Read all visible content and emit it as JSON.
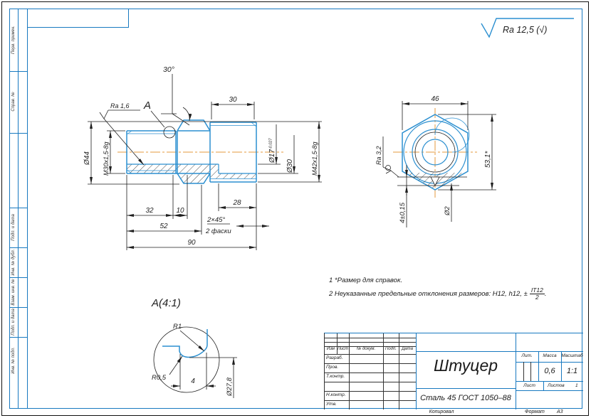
{
  "sheet": {
    "roughness_general": "Ra 12,5 (√)",
    "corner_labels": {
      "perv": "Перв. примен.",
      "sprav": "Справ. №",
      "podp1": "Подп. и дата",
      "inv_dubl": "Инв. № дубл.",
      "vzam": "Взам. инв. №",
      "podp2": "Подп. и дата",
      "inv_podl": "Инв. № подл."
    },
    "footer": {
      "copied": "Копировал",
      "format_label": "Формат",
      "format_value": "А3"
    }
  },
  "main_view": {
    "angle": "30°",
    "detail_mark": "A",
    "ra": "Ra 1,6",
    "len30": "30",
    "m30": "M30x1,5-8g",
    "d44": "Ø44",
    "d17": "Ø17",
    "d17_tol": "-0,027",
    "d30": "Ø30",
    "m42": "M42x1,5-8g",
    "len32": "32",
    "len10": "10",
    "len28": "28",
    "len52": "52",
    "len90": "90",
    "chamfer": "2×45°",
    "chamfer_note": "2 фаски"
  },
  "hex_view": {
    "af": "46",
    "ac": "53,1*",
    "ra": "Ra 3,2",
    "depth": "4±0,15",
    "hole": "Ø2"
  },
  "detail_view": {
    "title": "A(4:1)",
    "r1": "R1",
    "r05": "R0,5",
    "width": "4",
    "dia": "Ø27,8"
  },
  "notes": {
    "line1": "1 *Размер для справок.",
    "line2": "2 Неуказанные предельные отклонения размеров: H12, h12, ±",
    "frac_num": "IT12",
    "frac_den": "2",
    "period": "."
  },
  "title_block": {
    "cols": {
      "izm": "Изм",
      "list": "Лист",
      "doc": "№ докум.",
      "podp": "Подп.",
      "data": "Дата"
    },
    "rows": {
      "razrab": "Разраб.",
      "prov": "Пров.",
      "tkontr": "Т.контр.",
      "nkontr": "Н.контр.",
      "utv": "Утв."
    },
    "name": "Штуцер",
    "material": "Сталь 45  ГОСТ 1050–88",
    "lit": "Лит.",
    "mass": "Масса",
    "scale": "Масштаб",
    "mass_value": "0,6",
    "scale_value": "1:1",
    "sheet": "Лист",
    "sheets": "Листов",
    "sheets_value": "1"
  }
}
